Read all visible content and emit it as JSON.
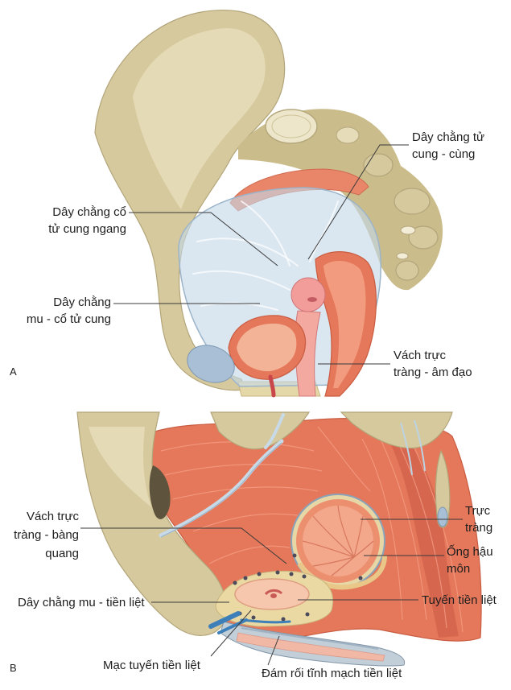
{
  "colors": {
    "background": "#ffffff",
    "text": "#1e1e1e",
    "leader_line": "#3a3a3a",
    "bone": "#d6c99e",
    "muscle": "#e5775a",
    "fascia": "#c4d8e8",
    "vein": "#3d7fb9"
  },
  "panel_a": {
    "letter": "A",
    "labels": {
      "uterosacral": [
        "Dây chằng tử",
        "cung - cùng"
      ],
      "cardinal": [
        "Dây chằng cổ",
        "tử cung ngang"
      ],
      "pubocervical": [
        "Dây chằng",
        "mu - cổ tử cung"
      ],
      "rectovaginal": [
        "Vách trực",
        "tràng - âm đạo"
      ]
    }
  },
  "panel_b": {
    "letter": "B",
    "labels": {
      "rectum": [
        "Trực",
        "tràng"
      ],
      "anal_canal": [
        "Ống hậu",
        "môn"
      ],
      "prostate": [
        "Tuyến tiền liệt"
      ],
      "rectovesical": [
        "Vách trực",
        "tràng - bàng",
        "quang"
      ],
      "puboprostatic": [
        "Dây chằng mu - tiền liệt"
      ],
      "prostatic_fascia": [
        "Mạc tuyến tiền liệt"
      ],
      "venous_plexus": [
        "Đám rối tĩnh mạch tiền liệt"
      ]
    }
  }
}
